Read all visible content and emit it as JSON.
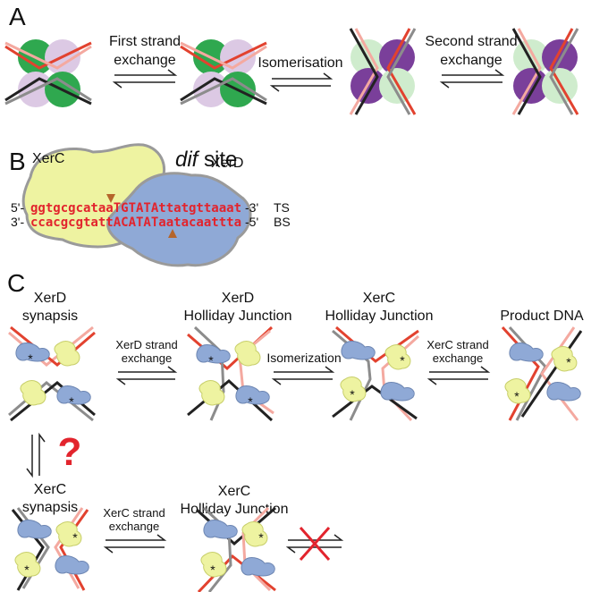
{
  "panels": {
    "a": {
      "letter": "A",
      "step1": "First strand",
      "step1b": "exchange",
      "step2": "Isomerisation",
      "step3": "Second strand",
      "step3b": "exchange"
    },
    "b": {
      "letter": "B",
      "site_prefix": "dif",
      "site_suffix": " site",
      "xerc": "XerC",
      "xerd": "XerD",
      "top_5": "5'-",
      "top_seq": "ggtgcgcataaTGTATAttatgttaaat",
      "top_3": "-3'",
      "top_tag": "TS",
      "bot_3": "3'-",
      "bot_seq": "ccacgcgtattACATATaatacaattta",
      "bot_5": "-5'",
      "bot_tag": "BS"
    },
    "c": {
      "letter": "C",
      "s1a": "XerD",
      "s1b": "synapsis",
      "s2a": "XerD",
      "s2b": "Holliday Junction",
      "s3a": "XerC",
      "s3b": "Holliday Junction",
      "s4": "Product DNA",
      "arr1a": "XerD strand",
      "arr1b": "exchange",
      "arr2": "Isomerization",
      "arr3a": "XerC strand",
      "arr3b": "exchange",
      "q": "?",
      "s5a": "XerC",
      "s5b": "synapsis",
      "s6a": "XerC",
      "s6b": "Holliday Junction",
      "arr4a": "XerC strand",
      "arr4b": "exchange",
      "star": "*"
    }
  },
  "colors": {
    "red_dna": "#e2422f",
    "pink_dna": "#f4a9a0",
    "black_dna": "#222222",
    "grey_dna": "#8c8c8c",
    "green": "#2fa84f",
    "purple": "#7a3f9a",
    "light_green": "#cfeccd",
    "light_purple": "#dcc9e4",
    "xerc_yellow": "#eef3a1",
    "xerd_blue": "#8fa9d6",
    "cleave": "#b5652b",
    "question": "#e2242d"
  }
}
